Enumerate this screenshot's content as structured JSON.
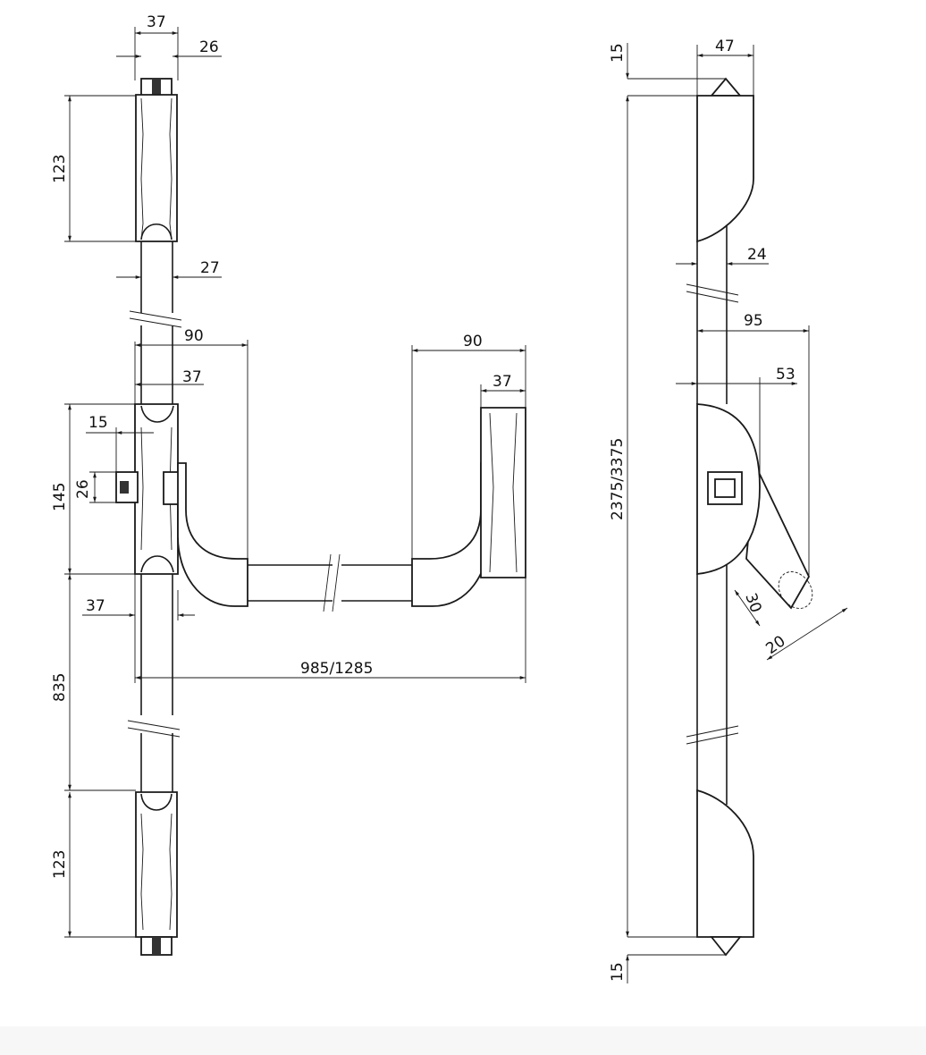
{
  "dimensions": {
    "top_width": "37",
    "top_inner": "26",
    "top_height": "123",
    "rod_width": "27",
    "handle_reach_left": "90",
    "body_width": "37",
    "offset_small": "15",
    "pin_size": "26",
    "body_height": "145",
    "lower_offset": "37",
    "bar_length": "985/1285",
    "lower_length": "835",
    "bottom_height": "123",
    "right_reach": "90",
    "right_width": "37",
    "side_tip_top": "15",
    "side_depth": "47",
    "side_rod": "24",
    "total_height": "2375/3375",
    "handle_projection": "95",
    "case_depth": "53",
    "bar_diameter": "30",
    "bar_end": "20",
    "side_tip_bottom": "15"
  },
  "colors": {
    "line": "#1a1a1a",
    "background": "#ffffff"
  }
}
